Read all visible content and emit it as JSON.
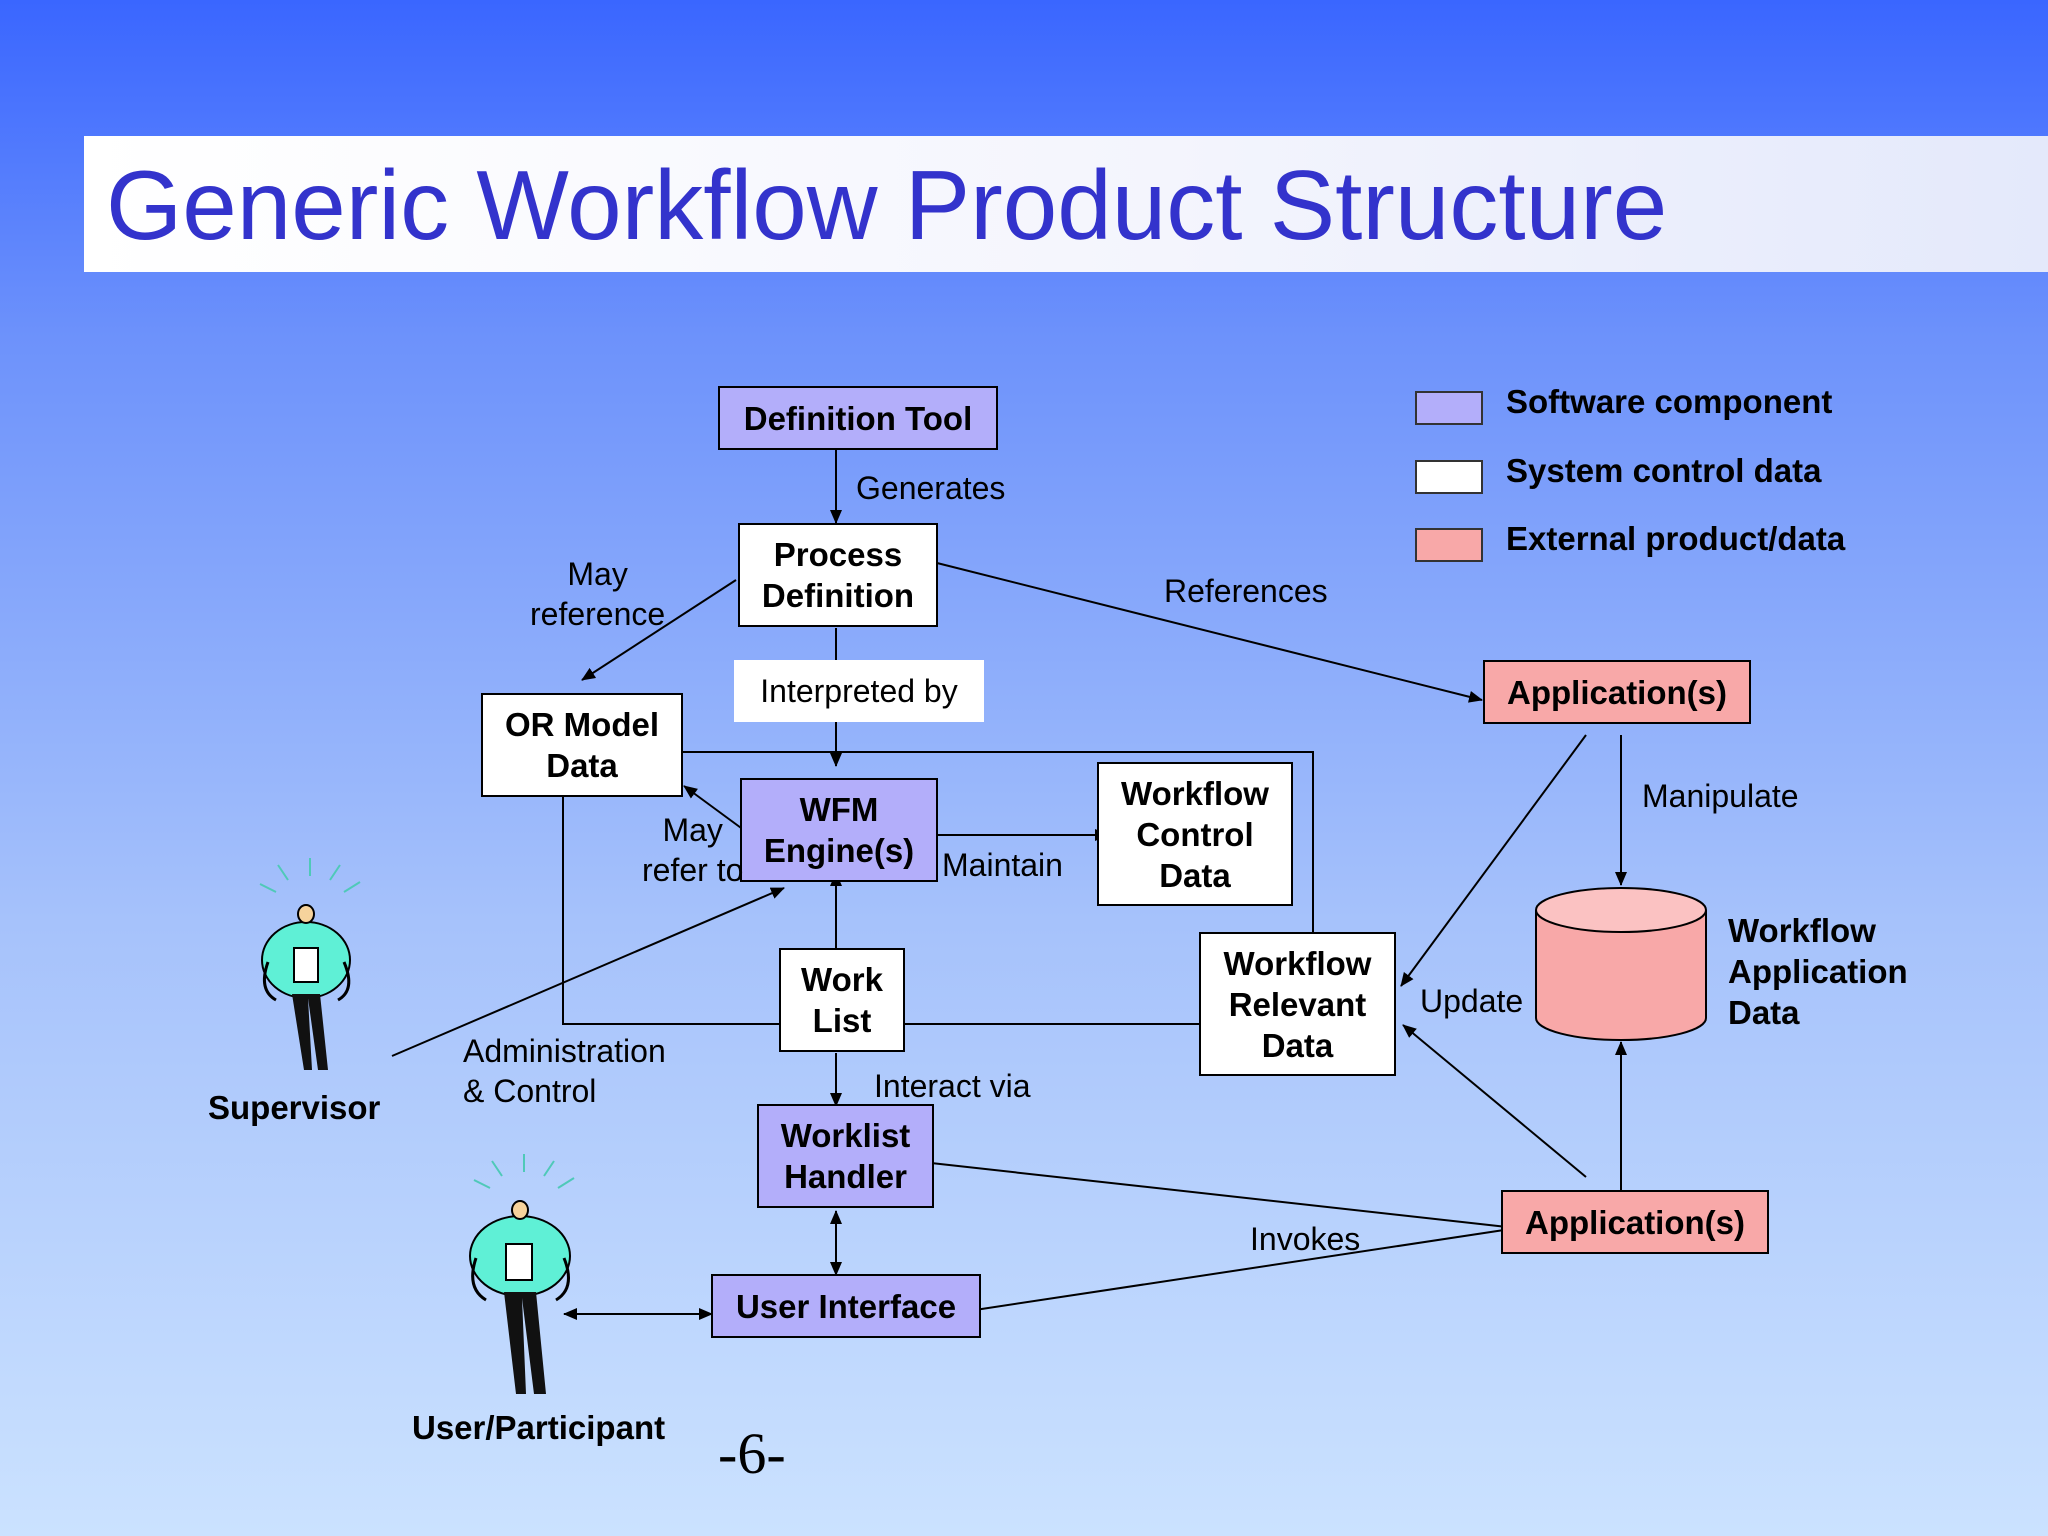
{
  "title": "Generic Workflow Product Structure",
  "legend": [
    {
      "label": "Software component",
      "color": "#b3aefa"
    },
    {
      "label": "System control data",
      "color": "#ffffff"
    },
    {
      "label": "External product/data",
      "color": "#f8a8a8"
    }
  ],
  "nodes": {
    "definition_tool": "Definition Tool",
    "process_definition": "Process\nDefinition",
    "or_model_data": "OR Model\nData",
    "wfm_engines": "WFM\nEngine(s)",
    "workflow_control_data": "Workflow\nControl\nData",
    "work_list": "Work\nList",
    "workflow_relevant_data": "Workflow\nRelevant\nData",
    "worklist_handler": "Worklist\nHandler",
    "user_interface": "User Interface",
    "application_top": "Application(s)",
    "application_bottom": "Application(s)",
    "workflow_application_data": "Workflow\nApplication\nData"
  },
  "edge_labels": {
    "generates": "Generates",
    "may_reference": "May\nreference",
    "references": "References",
    "interpreted_by": "Interpreted by",
    "may_refer_to": "May\nrefer to",
    "maintain": "Maintain",
    "manipulate": "Manipulate",
    "update": "Update",
    "administration_control": "Administration\n& Control",
    "interact_via": "Interact via",
    "invokes": "Invokes"
  },
  "people": {
    "supervisor": "Supervisor",
    "user_participant": "User/Participant"
  },
  "page_number": "-6-"
}
